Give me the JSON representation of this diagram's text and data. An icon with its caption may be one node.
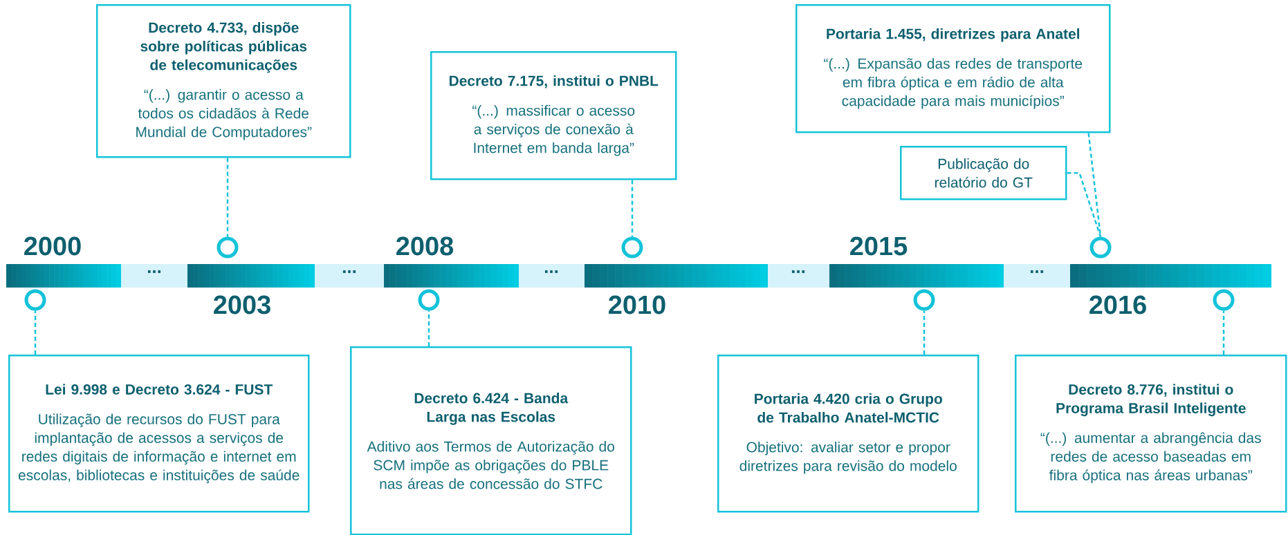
{
  "diagram": {
    "nodes": [
      {
        "text": [
          "Lei 9.998 e Decreto 3.624 - FUST",
          "Utilização de recursos do FUST para implantação de acessos a serviços de redes digitais de informação e internet em escolas, bibliotecas e instituições de saúde"
        ]
      },
      {
        "text": [
          "Decreto 4.733, dispõe sobre políticas públicas de telecomunicações",
          "“(...) garantir o acesso a todos os cidadãos à Rede Mundial de Computadores”"
        ]
      },
      {
        "text": [
          "Decreto 6.424 - Banda Larga nas Escolas",
          "Aditivo aos Termos de Autorização do SCM impõe as obrigações do PBLE nas áreas de concessão do STFC"
        ]
      },
      {
        "text": [
          "Decreto 7.175, institui o PNBL",
          "“(...) massificar o acesso a serviços de conexão à Internet em banda larga”"
        ]
      },
      {
        "text": [
          "Portaria 4.420 cria o Grupo de Trabalho Anatel-MCTIC",
          "Objetivo: avaliar setor e propor diretrizes para revisão do modelo"
        ]
      },
      {
        "text": [
          "Publicação do relatório do GT"
        ]
      },
      {
        "text": [
          "Portaria 1.455, diretrizes para Anatel",
          "“(...) Expansão das redes de transporte em fibra óptica e em rádio de alta capacidade para mais municípios”"
        ]
      },
      {
        "text": [
          "Decreto 8.776, institui o Programa Brasil Inteligente",
          "“(...) aumentar a abrangência das redes de acesso baseadas em fibra óptica nas áreas urbanas”"
        ]
      },
      {
        "text": [],
        "shape": "circle"
      },
      {
        "text": [],
        "shape": "circle"
      },
      {
        "text": [],
        "shape": "circle"
      },
      {
        "text": [],
        "shape": "circle"
      },
      {
        "text": [],
        "shape": "circle"
      },
      {
        "text": [],
        "shape": "circle"
      },
      {
        "text": [],
        "shape": "circle"
      }
    ],
    "edges": [
      {
        "from": 0,
        "to": 8,
        "arrow": "none",
        "style": "dashed"
      },
      {
        "from": 1,
        "to": 9,
        "arrow": "none",
        "style": "dashed"
      },
      {
        "from": 2,
        "to": 10,
        "arrow": "none",
        "style": "dashed"
      },
      {
        "from": 3,
        "to": 11,
        "arrow": "none",
        "style": "dashed"
      },
      {
        "from": 4,
        "to": 12,
        "arrow": "none",
        "style": "dashed"
      },
      {
        "from": 5,
        "to": 13,
        "arrow": "none",
        "style": "dashed"
      },
      {
        "from": 6,
        "to": 13,
        "arrow": "none",
        "style": "dashed"
      },
      {
        "from": 7,
        "to": 14,
        "arrow": "none",
        "style": "dashed"
      }
    ],
    "labels": [
      "2000",
      "...",
      "2003",
      "...",
      "2008",
      "...",
      "2010",
      "...",
      "2015",
      "...",
      "2016"
    ]
  }
}
